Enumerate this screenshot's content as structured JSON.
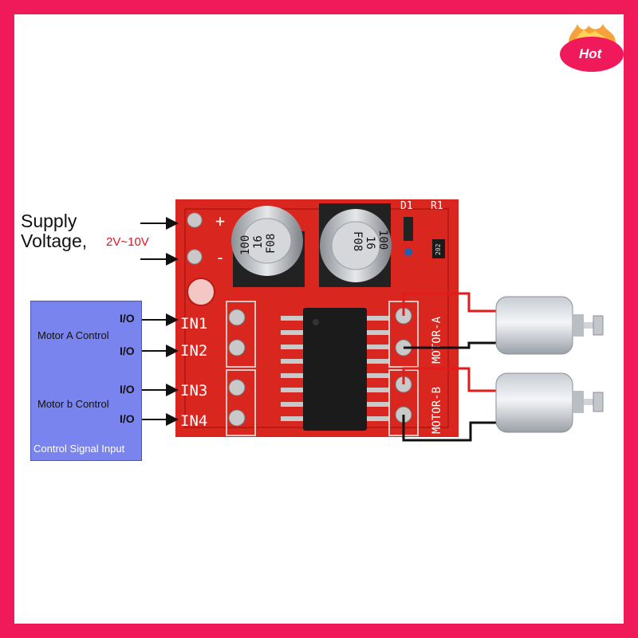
{
  "badge": {
    "text": "Hot",
    "color": "#f0195a"
  },
  "supply": {
    "line1": "Supply",
    "line2": "Voltage,",
    "range": "2V~10V",
    "plus": "+",
    "minus": "-"
  },
  "control": {
    "title": "Control Signal Input",
    "motor_a": "Motor A Control",
    "motor_b": "Motor b Control",
    "io": [
      "I/O",
      "I/O",
      "I/O",
      "I/O"
    ]
  },
  "board": {
    "inputs": [
      "IN1",
      "IN2",
      "IN3",
      "IN4"
    ],
    "outputs": [
      "MOTOR-A",
      "MOTOR-B"
    ],
    "components": [
      "D1",
      "R1"
    ],
    "capacitor_text": [
      "100",
      "16",
      "F08"
    ],
    "resistor_code": "202",
    "color": "#d9261e"
  }
}
